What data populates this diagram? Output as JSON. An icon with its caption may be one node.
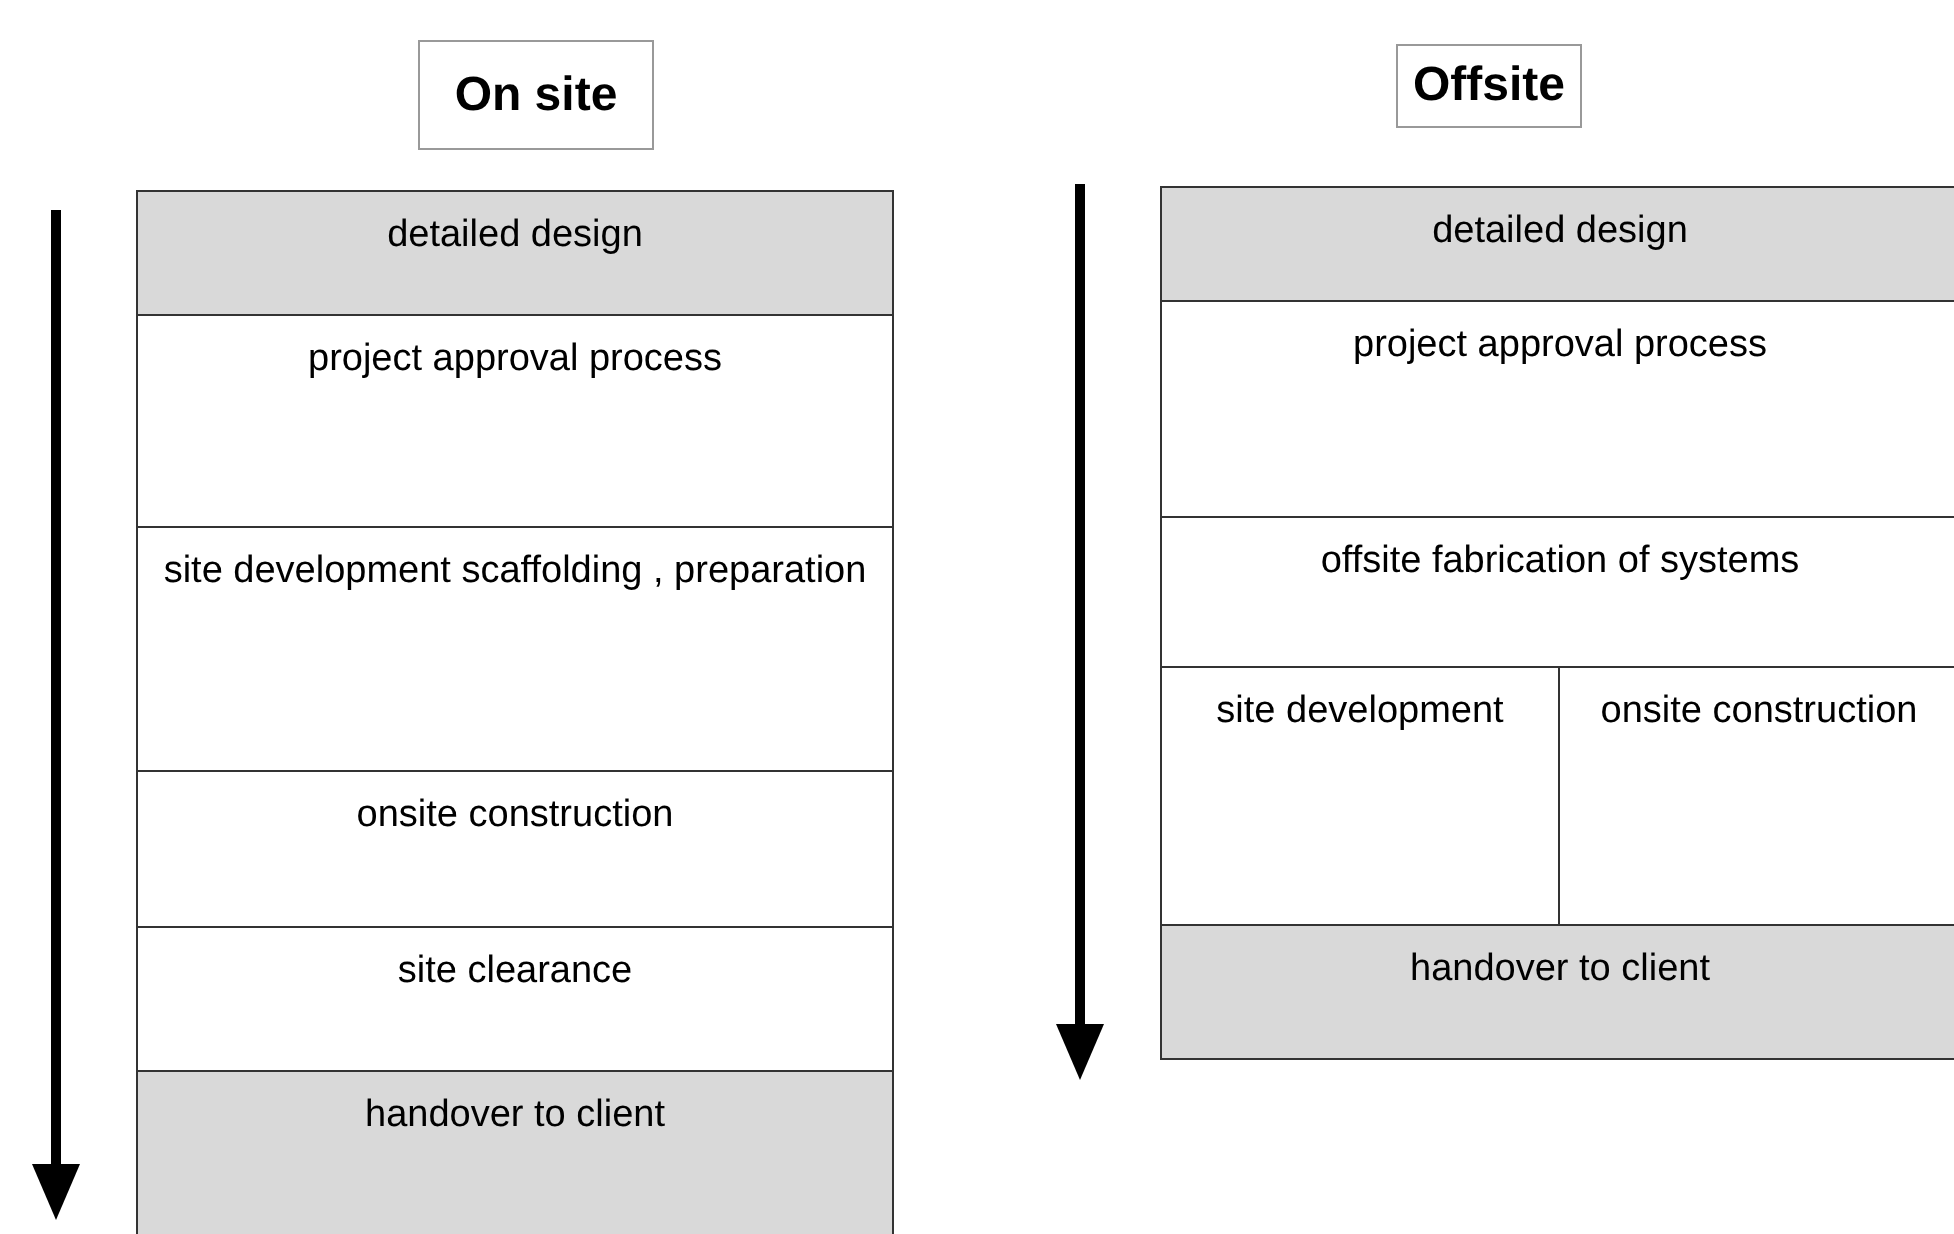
{
  "diagram": {
    "nodes": [
      {
        "text": [
          "On site"
        ]
      },
      {
        "text": [
          "detailed design"
        ]
      },
      {
        "text": [
          "project approval process"
        ]
      },
      {
        "text": [
          "site development scaffolding , preparation"
        ]
      },
      {
        "text": [
          "onsite construction"
        ]
      },
      {
        "text": [
          "site clearance"
        ]
      },
      {
        "text": [
          "handover to client"
        ]
      },
      {
        "text": [
          "Offsite"
        ]
      },
      {
        "text": [
          "detailed design"
        ]
      },
      {
        "text": [
          "project approval process"
        ]
      },
      {
        "text": [
          "offsite fabrication of systems"
        ]
      },
      {
        "text": [
          "site development"
        ]
      },
      {
        "text": [
          "onsite construction"
        ]
      },
      {
        "text": [
          "handover to client"
        ]
      }
    ],
    "edges": []
  }
}
